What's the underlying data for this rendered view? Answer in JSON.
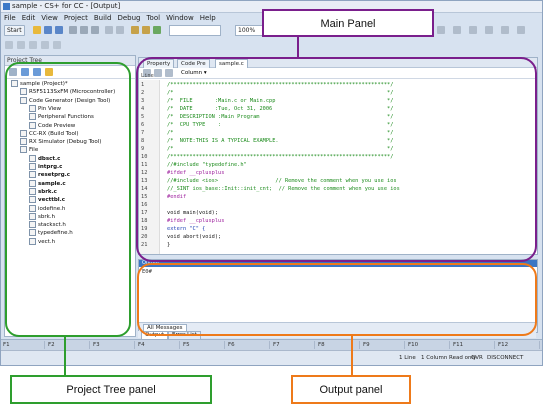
{
  "window": {
    "title": "sample - CS+ for CC - [Output]"
  },
  "menu": [
    "File",
    "Edit",
    "View",
    "Project",
    "Build",
    "Debug",
    "Tool",
    "Window",
    "Help"
  ],
  "toolbar": {
    "start_label": "Start",
    "zoom_value": "100%"
  },
  "project_tree": {
    "header": "Project Tree",
    "items": [
      {
        "label": "sample (Project)*",
        "indent": 0,
        "bold": false
      },
      {
        "label": "R5F5113SxFM (Microcontroller)",
        "indent": 1,
        "bold": false
      },
      {
        "label": "Code Generator (Design Tool)",
        "indent": 1,
        "bold": false
      },
      {
        "label": "Pin View",
        "indent": 2,
        "bold": false
      },
      {
        "label": "Peripheral Functions",
        "indent": 2,
        "bold": false
      },
      {
        "label": "Code Preview",
        "indent": 2,
        "bold": false
      },
      {
        "label": "CC-RX (Build Tool)",
        "indent": 1,
        "bold": false
      },
      {
        "label": "RX Simulator (Debug Tool)",
        "indent": 1,
        "bold": false
      },
      {
        "label": "File",
        "indent": 1,
        "bold": false
      },
      {
        "label": "dbsct.c",
        "indent": 2,
        "bold": true
      },
      {
        "label": "intprg.c",
        "indent": 2,
        "bold": true
      },
      {
        "label": "resetprg.c",
        "indent": 2,
        "bold": true
      },
      {
        "label": "sample.c",
        "indent": 2,
        "bold": true
      },
      {
        "label": "sbrk.c",
        "indent": 2,
        "bold": true
      },
      {
        "label": "vecttbl.c",
        "indent": 2,
        "bold": true
      },
      {
        "label": "iodefine.h",
        "indent": 2,
        "bold": false
      },
      {
        "label": "sbrk.h",
        "indent": 2,
        "bold": false
      },
      {
        "label": "stacksct.h",
        "indent": 2,
        "bold": false
      },
      {
        "label": "typedefine.h",
        "indent": 2,
        "bold": false
      },
      {
        "label": "vect.h",
        "indent": 2,
        "bold": false
      }
    ]
  },
  "editor": {
    "tabs": [
      {
        "label": "Property",
        "active": false
      },
      {
        "label": "Code Pre",
        "active": false
      },
      {
        "label": "sample.c",
        "active": true
      }
    ],
    "columns_label": "Column",
    "line_header": "Line",
    "lines": [
      {
        "num": "1",
        "text": "/*********************************************************************/",
        "kind": "comment"
      },
      {
        "num": "2",
        "text": "/*                                                                   */",
        "kind": "comment"
      },
      {
        "num": "3",
        "text": "/*  FILE       :Main.c or Main.cpp                                   */",
        "kind": "comment"
      },
      {
        "num": "4",
        "text": "/*  DATE       :Tue, Oct 31, 2006                                    */",
        "kind": "comment"
      },
      {
        "num": "5",
        "text": "/*  DESCRIPTION :Main Program                                        */",
        "kind": "comment"
      },
      {
        "num": "6",
        "text": "/*  CPU TYPE    :                                                    */",
        "kind": "comment"
      },
      {
        "num": "7",
        "text": "/*                                                                   */",
        "kind": "comment"
      },
      {
        "num": "8",
        "text": "/*  NOTE:THIS IS A TYPICAL EXAMPLE.                                  */",
        "kind": "comment"
      },
      {
        "num": "9",
        "text": "/*                                                                   */",
        "kind": "comment"
      },
      {
        "num": "10",
        "text": "/*********************************************************************/",
        "kind": "comment"
      },
      {
        "num": "11",
        "text": "//#include \"typedefine.h\"",
        "kind": "comment"
      },
      {
        "num": "12",
        "text": "#ifdef __cplusplus",
        "kind": "pre"
      },
      {
        "num": "13",
        "text": "//#include <ios>                  // Remove the comment when you use ios",
        "kind": "comment"
      },
      {
        "num": "14",
        "text": "//_SINT ios_base::Init::init_cnt;  // Remove the comment when you use ios",
        "kind": "comment"
      },
      {
        "num": "15",
        "text": "#endif",
        "kind": "pre"
      },
      {
        "num": "16",
        "text": "",
        "kind": "plain"
      },
      {
        "num": "17",
        "text": "void main(void);",
        "kind": "plain"
      },
      {
        "num": "18",
        "text": "#ifdef __cplusplus",
        "kind": "pre"
      },
      {
        "num": "19",
        "text": "extern \"C\" {",
        "kind": "kw"
      },
      {
        "num": "20",
        "text": "void abort(void);",
        "kind": "plain"
      },
      {
        "num": "21",
        "text": "}",
        "kind": "plain"
      }
    ]
  },
  "output": {
    "header": "Output",
    "content": "E0#",
    "tabs": [
      "All Messages"
    ],
    "bottom_tabs": [
      "Output",
      "Error List"
    ]
  },
  "fkeys": [
    "F1",
    "F2",
    "F3",
    "F4",
    "F5",
    "F6",
    "F7",
    "F8",
    "F9",
    "F10",
    "F11",
    "F12"
  ],
  "status": {
    "line": "1 Line",
    "column": "1 Column Read only",
    "mode": "OVR",
    "connection": "DISCONNECT"
  },
  "annotations": {
    "main_panel": "Main Panel",
    "project_tree_panel": "Project Tree panel",
    "output_panel": "Output panel",
    "colors": {
      "main": "#7a1f8c",
      "tree": "#2e9e2e",
      "output": "#ee7a1a"
    }
  }
}
